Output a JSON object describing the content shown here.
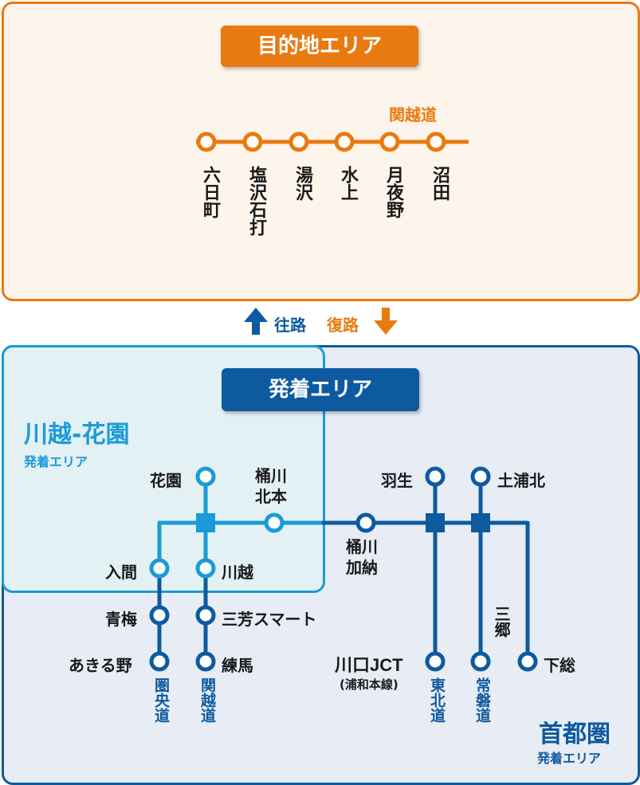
{
  "colors": {
    "orange": "#e97a10",
    "orange_bg": "#fdf5ec",
    "light_blue": "#1a9bd7",
    "light_blue_bg": "#e3f0f4",
    "dark_blue": "#0e5aa0",
    "dark_blue_bg": "#e7ecf5",
    "text": "#1a1a1a"
  },
  "destination": {
    "title": "目的地エリア",
    "route_label": "関越道",
    "stations": [
      "六日町",
      "塩沢石打",
      "湯沢",
      "水上",
      "月夜野",
      "沼田"
    ]
  },
  "direction": {
    "outbound": "往路",
    "inbound": "復路",
    "up_arrow_icon": "arrow-up-icon",
    "down_arrow_icon": "arrow-down-icon"
  },
  "departure": {
    "title": "発着エリア",
    "kawagoe": {
      "name": "川越-花園",
      "sub": "発着エリア"
    },
    "shutoken": {
      "name": "首都圏",
      "sub": "発着エリア"
    }
  },
  "stations": {
    "hanazono": "花園",
    "okegawa_kita": "桶川\n北本",
    "okegawa_kano": "桶川\n加納",
    "hanyu": "羽生",
    "tsuchiura_kita": "土浦北",
    "iruma": "入間",
    "kawagoe": "川越",
    "ome": "青梅",
    "miyoshi": "三芳スマート",
    "akiruno": "あきる野",
    "nerima": "練馬",
    "kawaguchi": "川口JCT",
    "kawaguchi_sub": "(浦和本線)",
    "misato": "三郷",
    "shimofusa": "下総"
  },
  "routes": {
    "kenodo": "圏央道",
    "kanetsu": "関越道",
    "tohoku": "東北道",
    "joban": "常磐道"
  }
}
